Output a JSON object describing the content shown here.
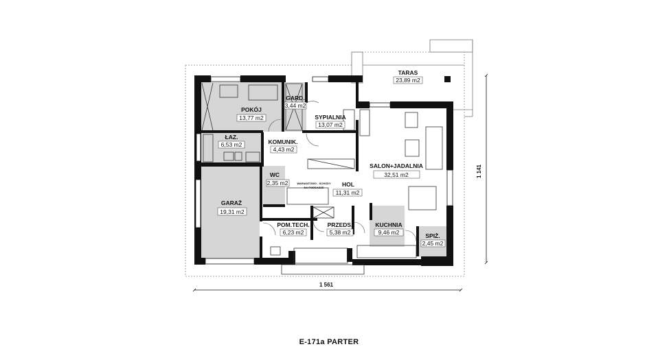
{
  "plan": {
    "caption": "E-171a PARTER",
    "dimensions": {
      "width": "1 561",
      "depth": "1 141"
    },
    "stairs_note": {
      "line1": "WARIANTOWO - SCHODY",
      "line2": "NA PODDASZE"
    },
    "rooms": {
      "taras": {
        "name": "TARAS",
        "area": "23,89 m2"
      },
      "pokoj": {
        "name": "POKÓJ",
        "area": "13,77 m2"
      },
      "gard": {
        "name": "GARD.",
        "area": "3,44 m2"
      },
      "sypialnia": {
        "name": "SYPIALNIA",
        "area": "13,07 m2"
      },
      "laz": {
        "name": "ŁAZ.",
        "area": "6,53 m2"
      },
      "komunik": {
        "name": "KOMUNIK.",
        "area": "4,43 m2"
      },
      "salon": {
        "name": "SALON+JADALNIA",
        "area": "32,51 m2"
      },
      "wc": {
        "name": "WC",
        "area": "2,35 m2"
      },
      "hol": {
        "name": "HOL",
        "area": "11,31 m2"
      },
      "garaz": {
        "name": "GARAŻ",
        "area": "19,31 m2"
      },
      "pomtech": {
        "name": "POM.TECH.",
        "area": "6,23 m2"
      },
      "przeds": {
        "name": "PRZEDS.",
        "area": "5,38 m2"
      },
      "kuchnia": {
        "name": "KUCHNIA",
        "area": "9,46 m2"
      },
      "spiz": {
        "name": "SPIŻ.",
        "area": "2,45 m2"
      }
    }
  }
}
